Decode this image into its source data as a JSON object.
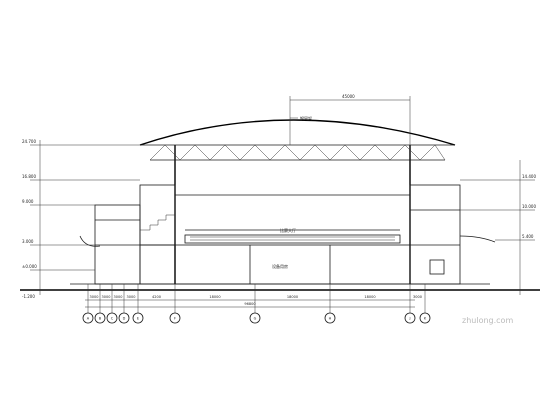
{
  "labels": {
    "roof_span": "45000",
    "roof_note": "钢网架",
    "hall": "比赛大厅",
    "basement": "设备用房",
    "total_length": "96800",
    "elev_top": "24.700",
    "elev_mid1": "16.800",
    "elev_mid2": "9.000",
    "elev_low": "3.000",
    "elev_zero": "±0.000",
    "elev_neg": "-1.200",
    "right_top": "14.400",
    "right_mid": "10.000",
    "right_low": "5.400"
  },
  "axes": [
    "A",
    "B",
    "C",
    "D",
    "E",
    "F",
    "G",
    "H",
    "J",
    "K"
  ],
  "bottom_dims": [
    "3000",
    "3000",
    "3000",
    "3000",
    "4200",
    "18000",
    "18000",
    "18000",
    "3000"
  ],
  "watermark": "zhulong.com"
}
